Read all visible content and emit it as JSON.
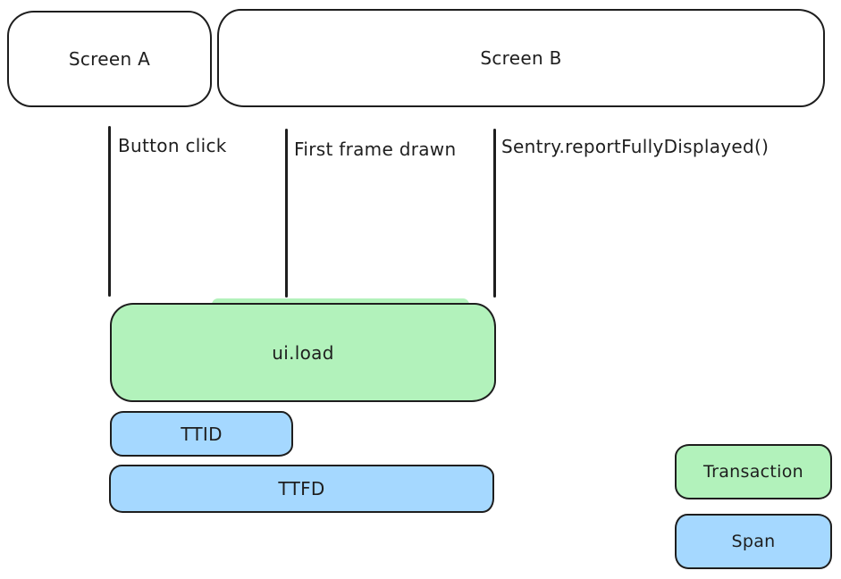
{
  "screens": {
    "screen_a": "Screen A",
    "screen_b": "Screen B"
  },
  "markers": [
    {
      "label": "Button click"
    },
    {
      "label": "First frame drawn"
    },
    {
      "label": "Sentry.reportFullyDisplayed()"
    }
  ],
  "bars": {
    "transaction": {
      "label": "ui.load"
    },
    "ttid": {
      "label": "TTID"
    },
    "ttfd": {
      "label": "TTFD"
    }
  },
  "legend": {
    "transaction": {
      "label": "Transaction"
    },
    "span": {
      "label": "Span"
    }
  },
  "colors": {
    "transaction_fill": "#b2f2bb",
    "span_fill": "#a5d8ff",
    "stroke": "#1e1e1e",
    "background": "#ffffff"
  }
}
